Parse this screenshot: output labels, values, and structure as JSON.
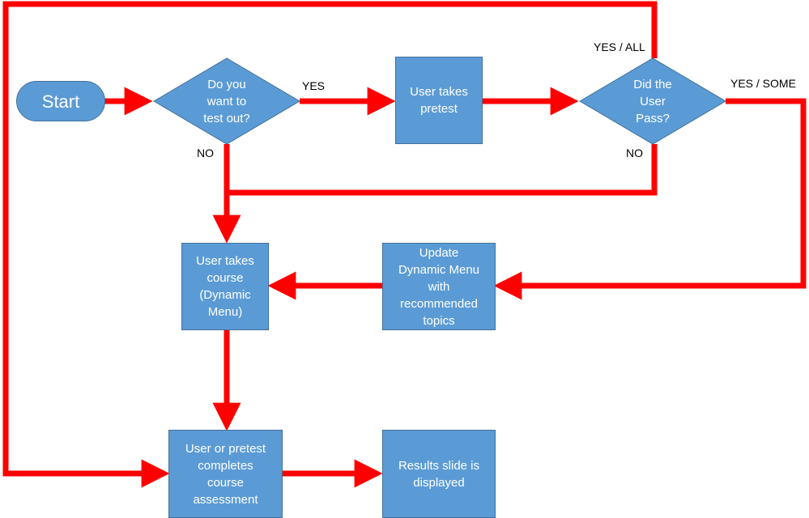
{
  "nodes": {
    "start": "Start",
    "decision_test_out": "Do you\nwant to\ntest out?",
    "pretest": "User takes\npretest",
    "decision_passed": "Did the\nUser\nPass?",
    "course": "User takes\ncourse\n(Dynamic\nMenu)",
    "update_menu": "Update\nDynamic Menu\nwith\nrecommended\ntopics",
    "assessment": "User or pretest\ncompletes\ncourse\nassessment",
    "results": "Results slide is\ndisplayed"
  },
  "edge_labels": {
    "test_out_yes": "YES",
    "test_out_no": "NO",
    "passed_all": "YES / ALL",
    "passed_some": "YES / SOME",
    "passed_no": "NO"
  },
  "colors": {
    "node_fill": "#5b9bd5",
    "node_border": "#41719c",
    "connector": "#ff0000",
    "node_text": "#ffffff"
  }
}
